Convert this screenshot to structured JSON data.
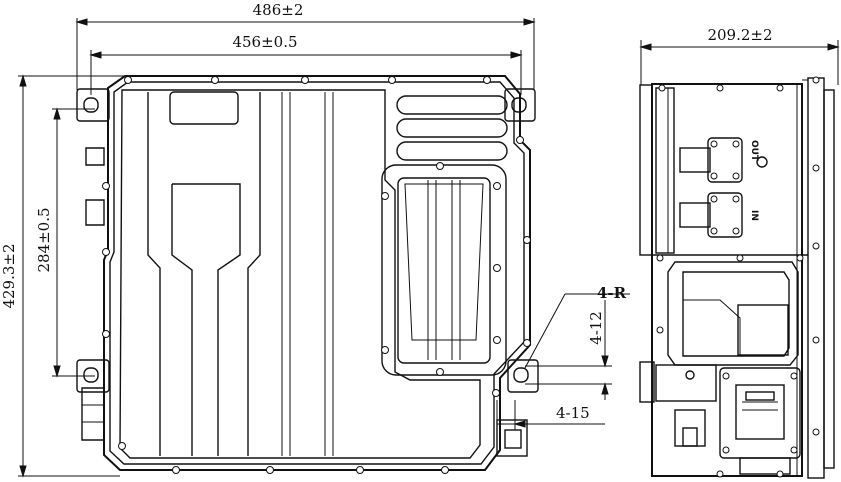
{
  "drawing": {
    "front_view": {
      "overall_width": "486±2",
      "mount_width": "456±0.5",
      "overall_height": "429.3±2",
      "mount_height": "284±0.5",
      "hole_callout": "4-R",
      "dim_small_a": "4-12",
      "dim_small_b": "4-15"
    },
    "side_view": {
      "overall_depth": "209.2±2",
      "port_out": "OUT",
      "port_in": "IN"
    }
  }
}
